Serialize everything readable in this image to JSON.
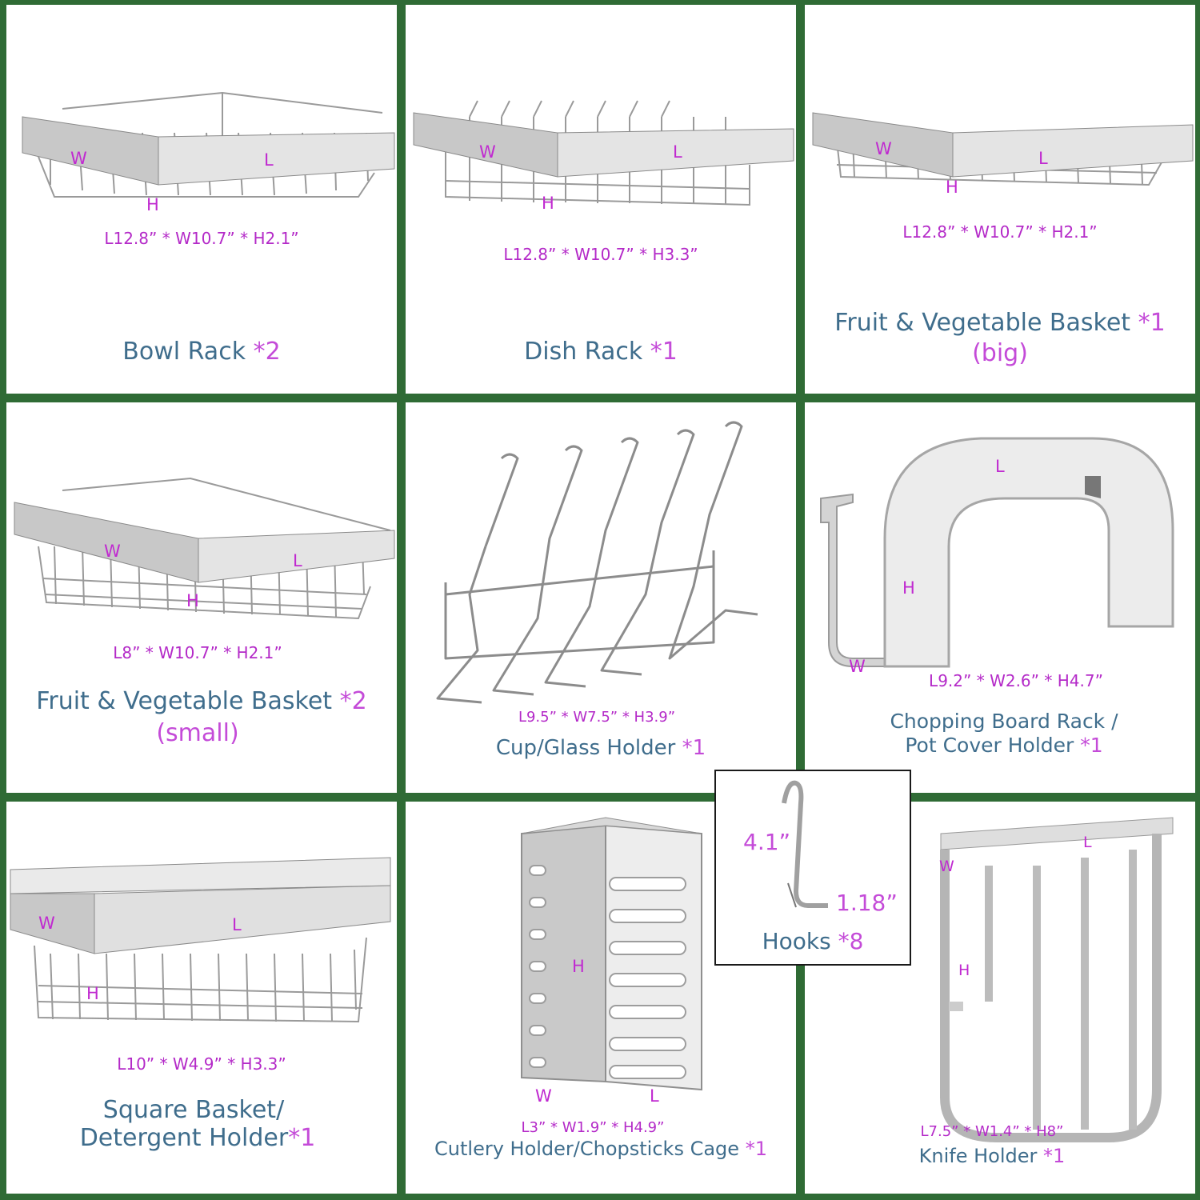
{
  "colors": {
    "background": "#2f6b35",
    "title": "#3f6d8c",
    "accent": "#c44bd8",
    "dimension_letter": "#c02ad0"
  },
  "letters": {
    "w": "W",
    "l": "L",
    "h": "H"
  },
  "items": [
    {
      "title": "Bowl Rack",
      "qty": "*2",
      "dims": "L12.8”  * W10.7”  * H2.1”",
      "icon": "bowl-rack-illustration"
    },
    {
      "title": "Dish Rack",
      "qty": "*1",
      "dims": "L12.8”  * W10.7”  * H3.3”",
      "icon": "dish-rack-illustration"
    },
    {
      "title": "Fruit & Vegetable Basket",
      "qty": "*1",
      "subtitle": "(big)",
      "dims": "L12.8”  * W10.7”  * H2.1”",
      "icon": "big-basket-illustration"
    },
    {
      "title": "Fruit & Vegetable Basket",
      "qty": "*2",
      "subtitle": "(small)",
      "dims": "L8”  * W10.7”  * H2.1”",
      "icon": "small-basket-illustration"
    },
    {
      "title": "Cup/Glass Holder",
      "qty": "*1",
      "dims": "L9.5”  * W7.5”  * H3.9”",
      "icon": "cup-holder-illustration"
    },
    {
      "title_line1": "Chopping Board Rack /",
      "title_line2": "Pot Cover Holder",
      "qty": "*1",
      "dims": "L9.2”  * W2.6”  * H4.7”",
      "icon": "chopping-board-rack-illustration"
    },
    {
      "title_line1": "Square Basket/",
      "title_line2": "Detergent Holder",
      "qty": "*1",
      "dims": "L10”  * W4.9”  * H3.3”",
      "icon": "square-basket-illustration"
    },
    {
      "title": "Cutlery Holder/Chopsticks Cage",
      "qty": "*1",
      "dims": "L3”  * W1.9”  * H4.9”",
      "icon": "cutlery-cage-illustration"
    },
    {
      "title": "Knife Holder",
      "qty": "*1",
      "dims": "L7.5”  * W1.4”  * H8”",
      "icon": "knife-holder-illustration"
    }
  ],
  "hooks": {
    "title": "Hooks",
    "qty": "*8",
    "height": "4.1”",
    "depth": "1.18”",
    "icon": "hook-illustration"
  }
}
